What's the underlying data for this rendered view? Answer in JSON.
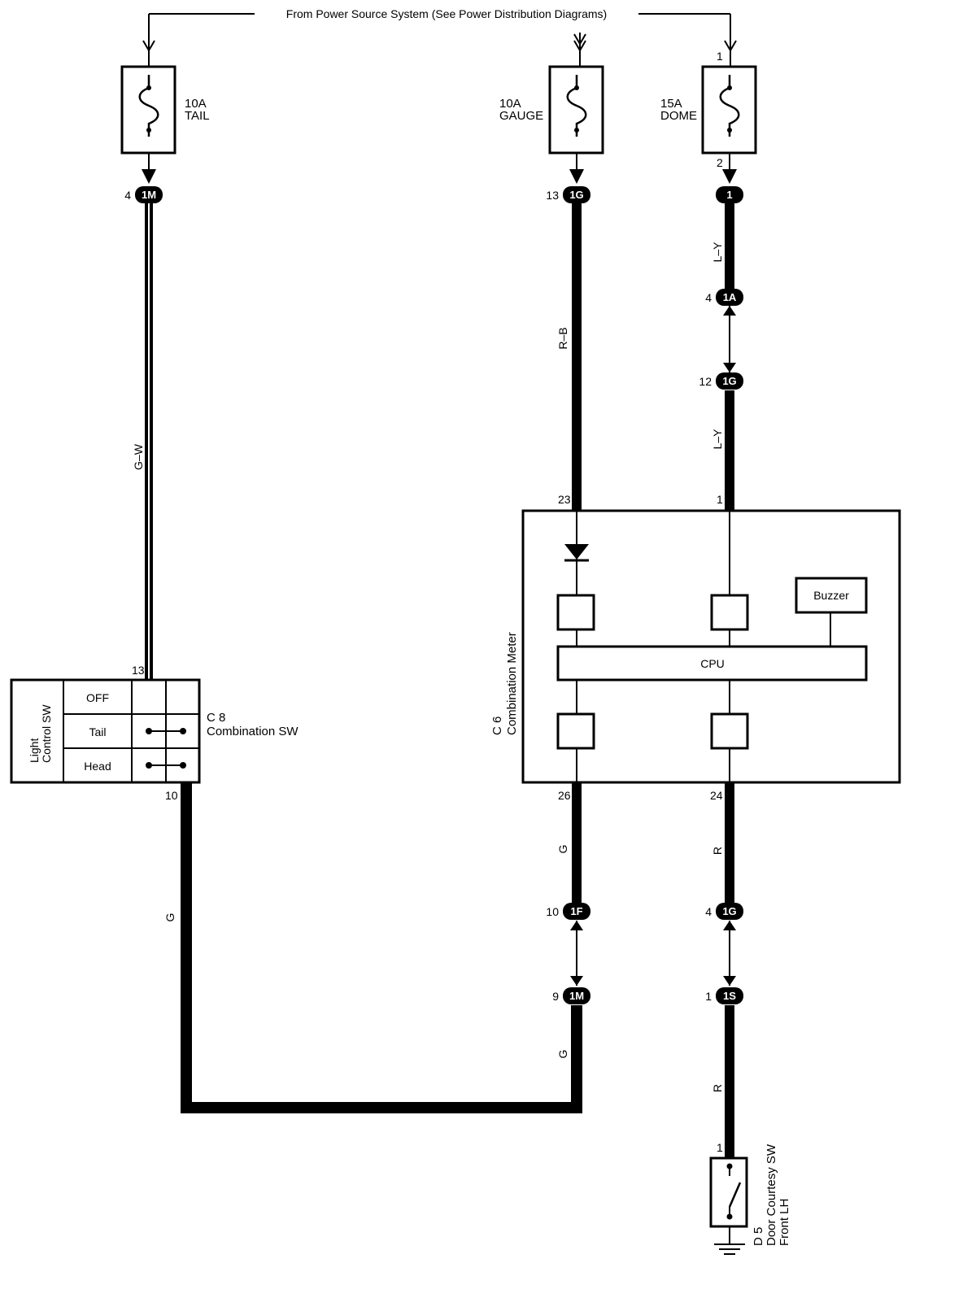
{
  "header": {
    "power_source": "From Power Source System (See Power Distribution Diagrams)"
  },
  "fuses": {
    "tail": {
      "amp": "10A",
      "name": "TAIL"
    },
    "gauge": {
      "amp": "10A",
      "name": "GAUGE"
    },
    "dome": {
      "amp": "15A",
      "name": "DOME",
      "pin_in": "1",
      "pin_out": "2"
    }
  },
  "connectors": {
    "tail_1m": {
      "pin": "4",
      "id": "1M"
    },
    "gauge_1g": {
      "pin": "13",
      "id": "1G"
    },
    "dome_1": {
      "id": "1"
    },
    "dome_1a": {
      "pin": "4",
      "id": "1A"
    },
    "dome_1g": {
      "pin": "12",
      "id": "1G"
    },
    "meter_1f": {
      "pin": "10",
      "id": "1F"
    },
    "meter_1m": {
      "pin": "9",
      "id": "1M"
    },
    "door_1g": {
      "pin": "4",
      "id": "1G"
    },
    "door_1s": {
      "pin": "1",
      "id": "1S"
    }
  },
  "wires": {
    "gw": "G–W",
    "rb": "R–B",
    "ly1": "L–Y",
    "ly2": "L–Y",
    "g_switch": "G",
    "g_meter1": "G",
    "g_meter2": "G",
    "r1": "R",
    "r2": "R"
  },
  "light_switch": {
    "title": "Light\nControl SW",
    "title_line1": "Light",
    "title_line2": "Control SW",
    "rows": [
      "OFF",
      "Tail",
      "Head"
    ],
    "pin_top": "13",
    "pin_bottom": "10",
    "code": "C 8",
    "name": "Combination SW"
  },
  "meter": {
    "code": "C 6",
    "name": "Combination Meter",
    "pins": {
      "p23": "23",
      "p1": "1",
      "p26": "26",
      "p24": "24"
    },
    "buzzer": "Buzzer",
    "cpu": "CPU"
  },
  "door_switch": {
    "pin": "1",
    "code": "D 5",
    "line1": "Door Courtesy SW",
    "line2": "Front LH"
  }
}
